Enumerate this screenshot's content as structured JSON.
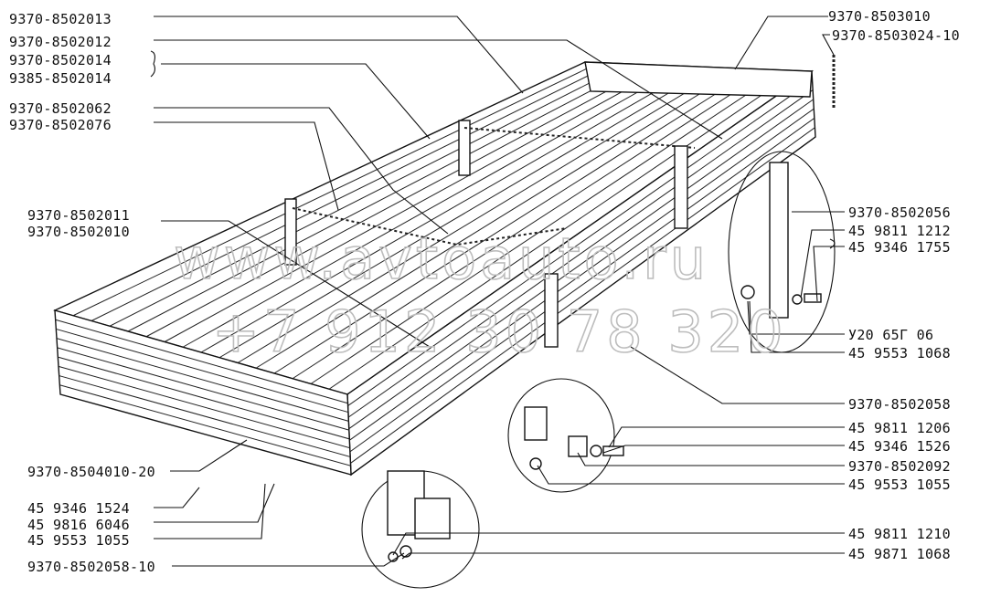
{
  "watermark": {
    "line1": "www.avtoauto.ru",
    "line2": "+7 912 30 78 320"
  },
  "labels": {
    "l01": "9370-8502013",
    "l02": "9370-8502012",
    "l03": "9370-8502014",
    "l04": "9385-8502014",
    "l05": "9370-8502062",
    "l06": "9370-8502076",
    "l07": "9370-8502011",
    "l08": "9370-8502010",
    "l09": "9370-8504010-20",
    "l10": "45 9346 1524",
    "l11": "45 9816 6046",
    "l12": "45 9553 1055",
    "l13": "9370-8502058-10",
    "r01": "9370-8503010",
    "r02": "9370-8503024-10",
    "r03": "9370-8502056",
    "r04": "45 9811 1212",
    "r05": "45 9346 1755",
    "r06": "У20 65Г 06",
    "r07": "45 9553 1068",
    "r08": "9370-8502058",
    "r09": "45 9811 1206",
    "r10": "45 9346 1526",
    "r11": "9370-8502092",
    "r12": "45 9553 1055",
    "r13": "45 9811 1210",
    "r14": "45 9871 1068"
  }
}
